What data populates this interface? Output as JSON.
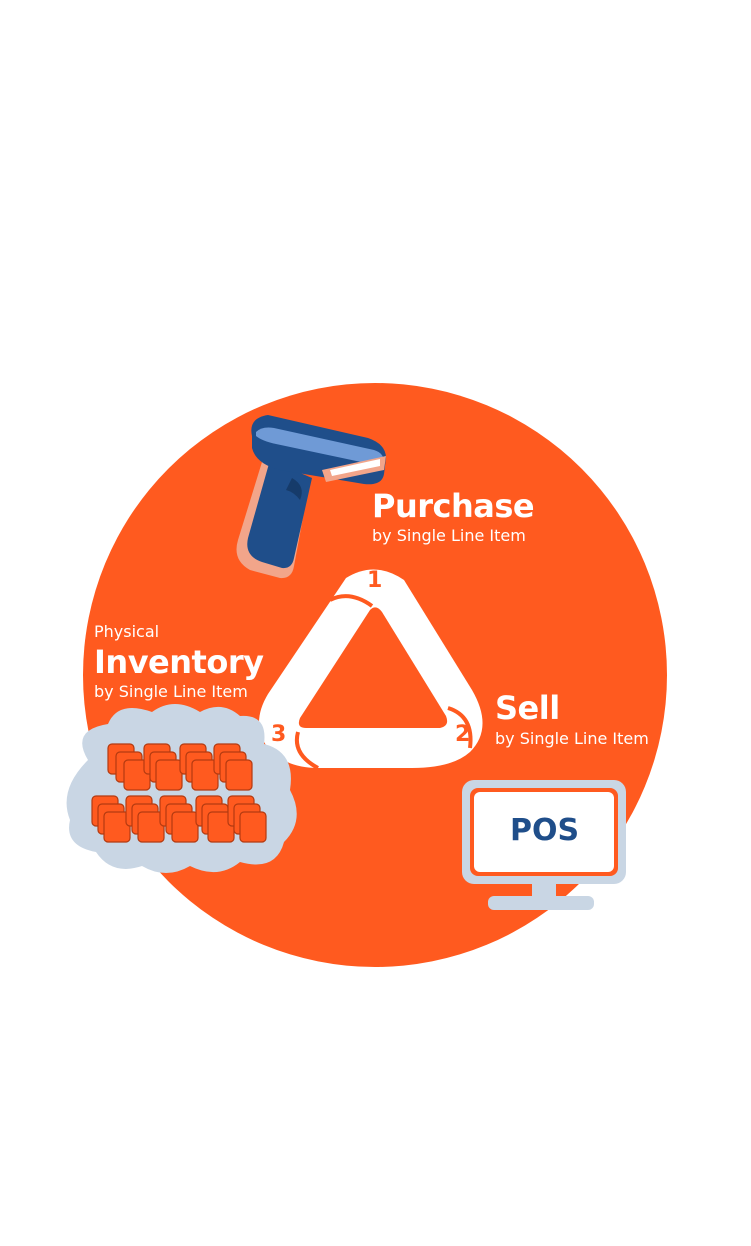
{
  "purchase": {
    "title": "Purchase",
    "subtitle": "by Single Line Item",
    "step": "1"
  },
  "sell": {
    "title": "Sell",
    "subtitle": "by Single Line Item",
    "step": "2"
  },
  "inventory": {
    "prefix": "Physical",
    "title": "Inventory",
    "subtitle": "by Single Line Item",
    "step": "3"
  },
  "pos": {
    "label": "POS"
  },
  "colors": {
    "circle": "#ff5a1f",
    "scanner_body": "#1f4e8a",
    "scanner_accent": "#6f9ad6",
    "scanner_skin": "#f2a58a",
    "cloud": "#c9d6e4",
    "box": "#ff5a1f",
    "monitor": "#c9d6e4",
    "text_light": "#ffffff",
    "text_dark": "#1f4e8a"
  },
  "icons": {
    "scanner": "barcode-scanner-icon",
    "monitor": "pos-monitor-icon",
    "inventory": "inventory-boxes-icon",
    "cycle": "triangle-cycle-arrows"
  }
}
